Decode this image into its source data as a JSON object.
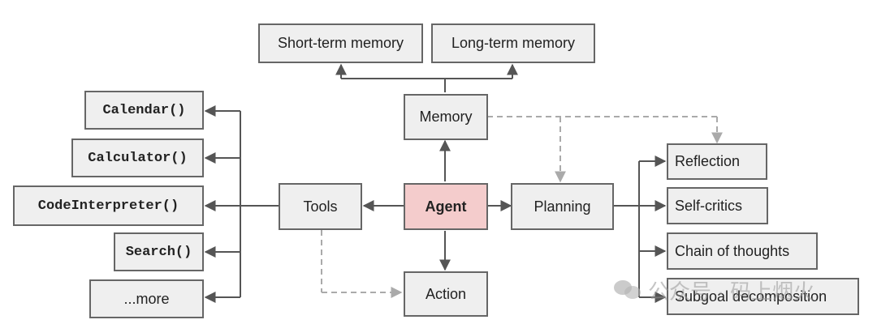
{
  "nodes": {
    "short_term_memory": "Short-term memory",
    "long_term_memory": "Long-term memory",
    "memory": "Memory",
    "calendar": "Calendar()",
    "calculator": "Calculator()",
    "code_interpreter": "CodeInterpreter()",
    "search": "Search()",
    "more": "...more",
    "tools": "Tools",
    "agent": "Agent",
    "planning": "Planning",
    "action": "Action",
    "reflection": "Reflection",
    "self_critics": "Self-critics",
    "chain_of_thoughts": "Chain of thoughts",
    "subgoal_decomposition": "Subgoal decomposition"
  },
  "watermark": {
    "text": "公众号 · 码上烟火",
    "icon": "wechat-icon"
  },
  "colors": {
    "box_fill": "#efefef",
    "box_border": "#666666",
    "agent_fill": "#f4cccc",
    "edge": "#555555",
    "dashed_edge": "#aaaaaa"
  }
}
